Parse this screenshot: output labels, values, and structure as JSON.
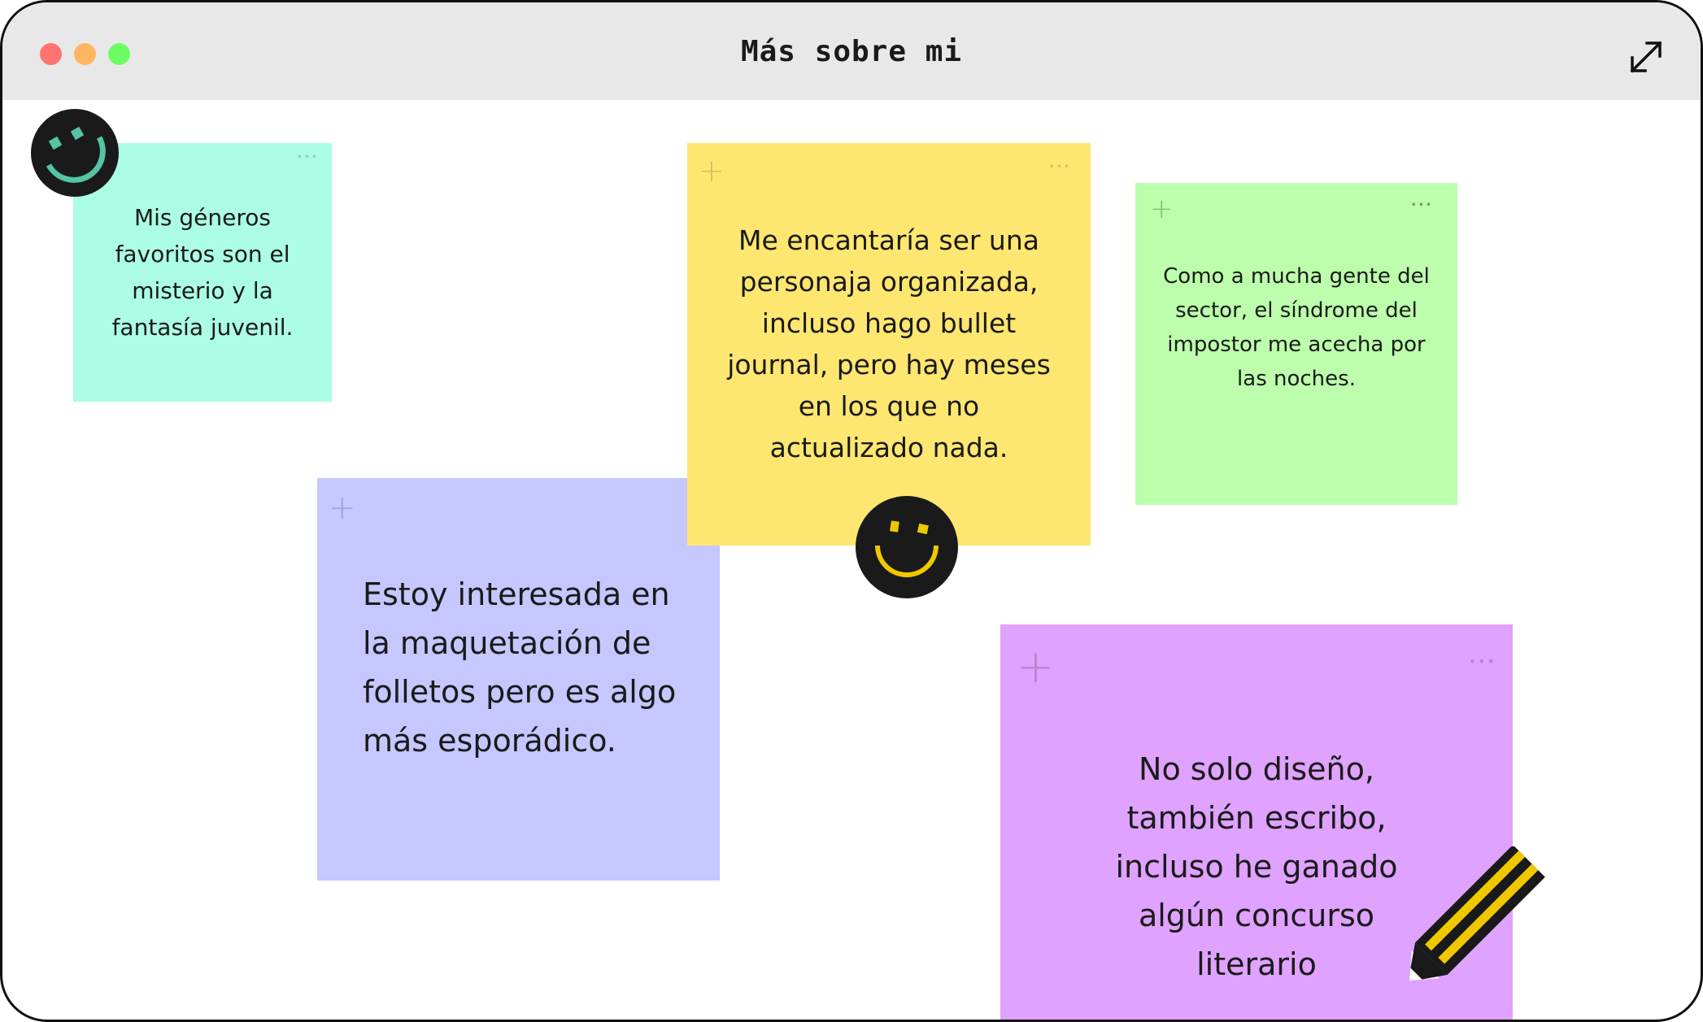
{
  "window": {
    "title": "Más sobre mi"
  },
  "colors": {
    "close": "#ff7370",
    "minimize": "#ffb660",
    "maximize": "#6dfd63",
    "mint": "#abfde3",
    "yellow": "#fee770",
    "green": "#bcfeab",
    "lavender": "#c5c7fe",
    "violet": "#dfa2fe",
    "smiley_dark": "#1a1a1a",
    "smiley_teal": "#55c4a4",
    "smiley_yellow": "#f0c800"
  },
  "notes": {
    "mint": {
      "text": "Mis géneros favoritos son el misterio y la fantasía juvenil."
    },
    "yellow": {
      "text": "Me encantaría ser una personaja organizada, incluso hago bullet journal, pero hay meses en los que no actualizado nada."
    },
    "green": {
      "text": "Como a mucha gente del sector, el síndrome del impostor me acecha por las noches."
    },
    "lavender": {
      "text": "Estoy interesada en la maquetación de folletos pero es algo más esporádico."
    },
    "violet": {
      "text": "No solo diseño, también escribo, incluso he ganado algún concurso literario"
    }
  },
  "icons": {
    "plus": "+",
    "more": "•••"
  }
}
